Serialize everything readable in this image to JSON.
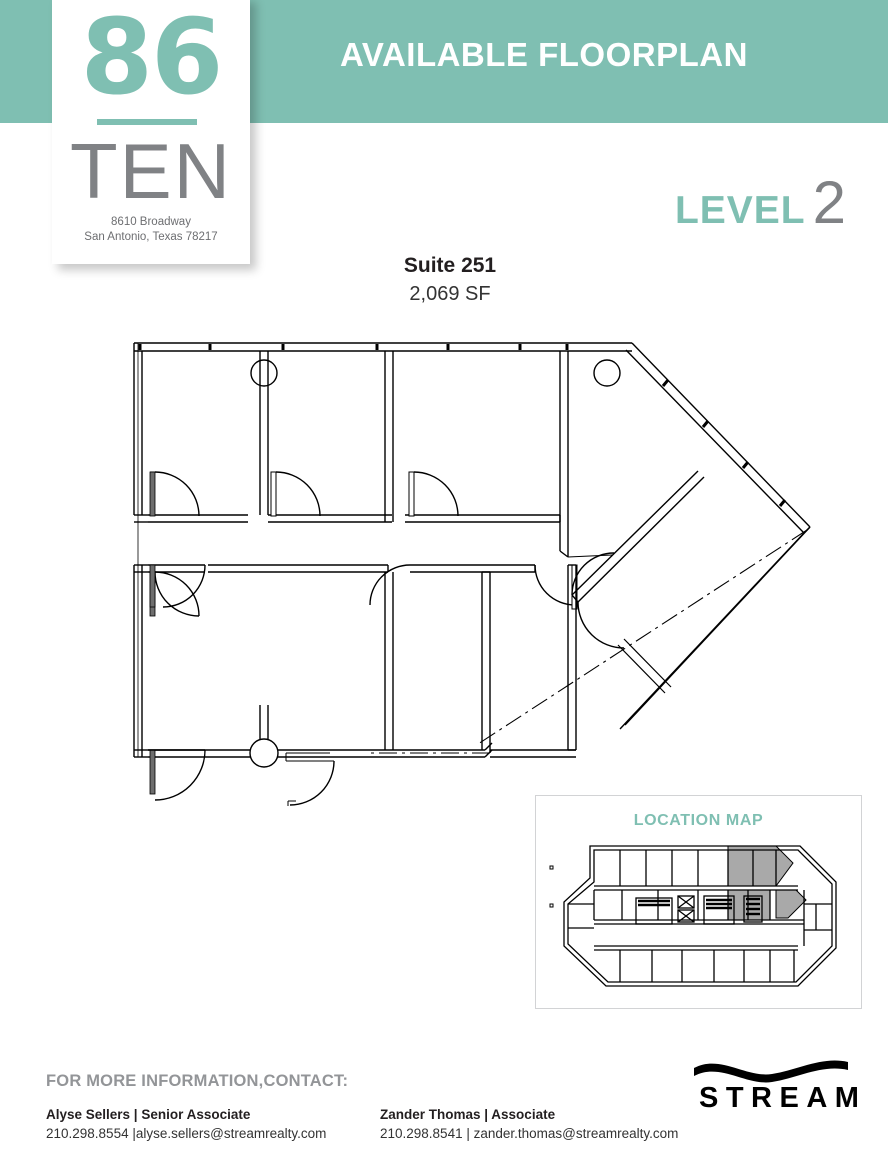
{
  "header": {
    "title": "AVAILABLE FLOORPLAN",
    "band_color": "#7FBFB2"
  },
  "logo": {
    "number": "86",
    "word": "TEN",
    "address_line1": "8610 Broadway",
    "address_line2": "San Antonio, Texas 78217",
    "accent_color": "#7FBFB2",
    "text_color": "#808285"
  },
  "level": {
    "label": "LEVEL",
    "number": "2"
  },
  "suite": {
    "name": "Suite 251",
    "area": "2,069 SF"
  },
  "location_map": {
    "title": "LOCATION MAP",
    "title_color": "#7FBFB2",
    "highlight_color": "#A9A9A9"
  },
  "footer": {
    "heading": "FOR MORE INFORMATION,CONTACT:",
    "contacts": [
      {
        "name": "Alyse Sellers | Senior Associate",
        "detail": "210.298.8554 |alyse.sellers@streamrealty.com"
      },
      {
        "name": "Zander Thomas | Associate",
        "detail": "210.298.8541 | zander.thomas@streamrealty.com"
      }
    ],
    "brand": "STREAM"
  }
}
